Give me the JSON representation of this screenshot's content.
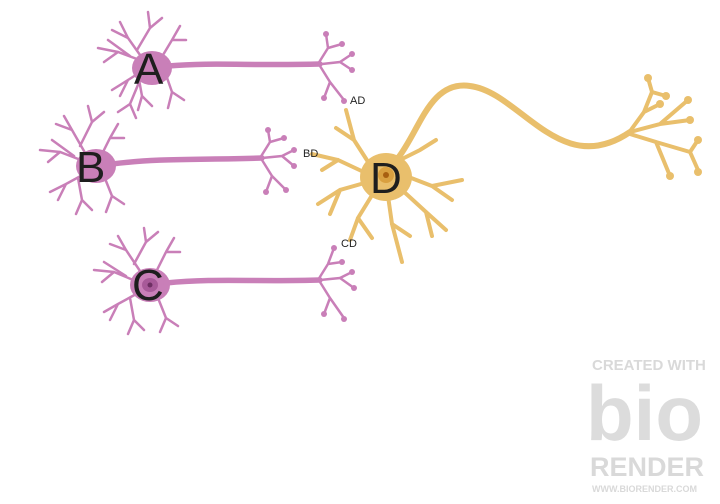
{
  "colors": {
    "presynaptic": "#c97fb8",
    "presynaptic_dark": "#a85a99",
    "postsynaptic": "#e9bf6c",
    "postsynaptic_dark": "#c48b2e",
    "watermark": "#d9d9d9"
  },
  "neurons": [
    {
      "id": "A",
      "label": "A",
      "type": "presynaptic"
    },
    {
      "id": "B",
      "label": "B",
      "type": "presynaptic"
    },
    {
      "id": "C",
      "label": "C",
      "type": "presynaptic"
    },
    {
      "id": "D",
      "label": "D",
      "type": "postsynaptic"
    }
  ],
  "synapses": [
    {
      "id": "AD",
      "label": "AD"
    },
    {
      "id": "BD",
      "label": "BD"
    },
    {
      "id": "CD",
      "label": "CD"
    }
  ],
  "watermark": {
    "line1": "CREATED WITH",
    "logo": "bio",
    "line2": "RENDER",
    "url": "WWW.BIORENDER.COM"
  }
}
